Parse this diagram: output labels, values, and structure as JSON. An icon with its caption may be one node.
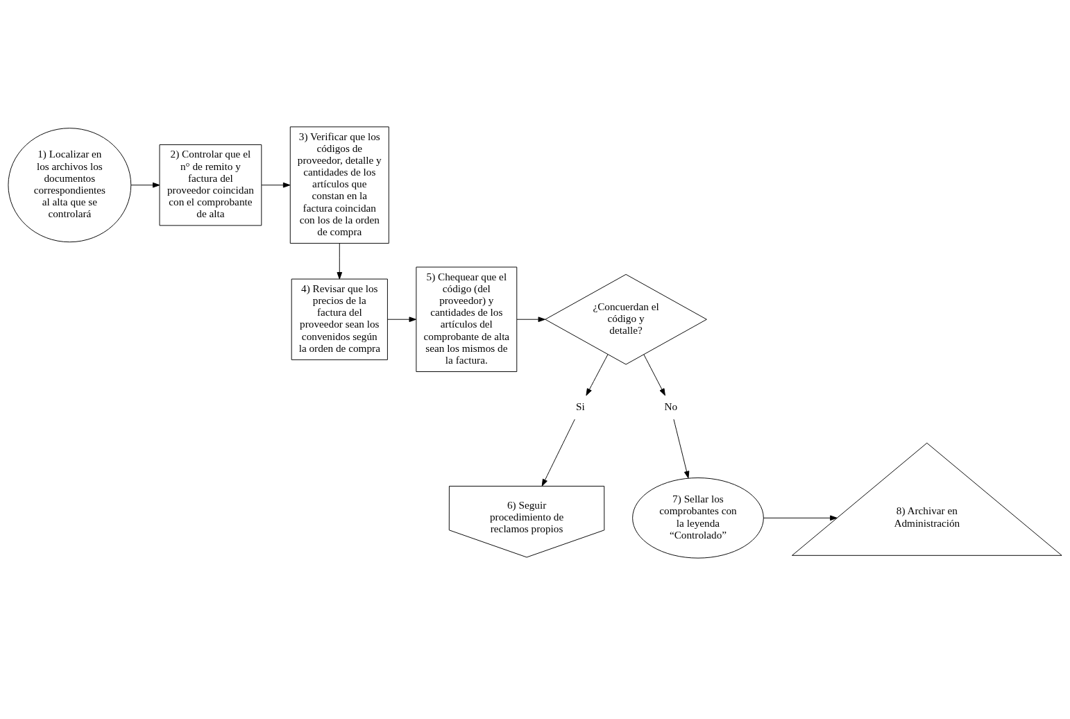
{
  "diagram": {
    "nodes": [
      {
        "text": [
          "1) Localizar en los archivos los documentos correspondientes al alta que se controlará"
        ]
      },
      {
        "text": [
          "2) Controlar que el n° de remito y factura del proveedor coincidan con el comprobante de alta"
        ]
      },
      {
        "text": [
          "3) Verificar que los códigos de proveedor, detalle y cantidades de los artículos que constan en la factura coincidan con los de la orden de compra"
        ]
      },
      {
        "text": [
          "4) Revisar que los precios de la factura del proveedor sean los convenidos según la orden de compra"
        ]
      },
      {
        "text": [
          "5) Chequear que el código (del proveedor) y cantidades de los artículos del comprobante de alta sean los mismos de la factura."
        ]
      },
      {
        "text": [
          "¿Concuerdan el código y detalle?"
        ]
      },
      {
        "text": [
          "Si"
        ]
      },
      {
        "text": [
          "No"
        ]
      },
      {
        "text": [
          "6) Seguir procedimiento de reclamos propios"
        ]
      },
      {
        "text": [
          "7) Sellar los comprobantes con la leyenda “Controlado”"
        ]
      },
      {
        "text": [
          "8) Archivar en Administración"
        ]
      }
    ],
    "edges": [
      {
        "from": 0,
        "to": 1,
        "arrow": "to"
      },
      {
        "from": 1,
        "to": 2,
        "arrow": "to"
      },
      {
        "from": 2,
        "to": 3,
        "arrow": "to"
      },
      {
        "from": 3,
        "to": 4,
        "arrow": "to"
      },
      {
        "from": 4,
        "to": 5,
        "arrow": "to"
      },
      {
        "from": 5,
        "to": 6,
        "arrow": "to"
      },
      {
        "from": 6,
        "to": 8,
        "arrow": "to"
      },
      {
        "from": 5,
        "to": 7,
        "arrow": "to"
      },
      {
        "from": 7,
        "to": 9,
        "arrow": "to"
      },
      {
        "from": 9,
        "to": 10,
        "arrow": "to"
      }
    ]
  }
}
